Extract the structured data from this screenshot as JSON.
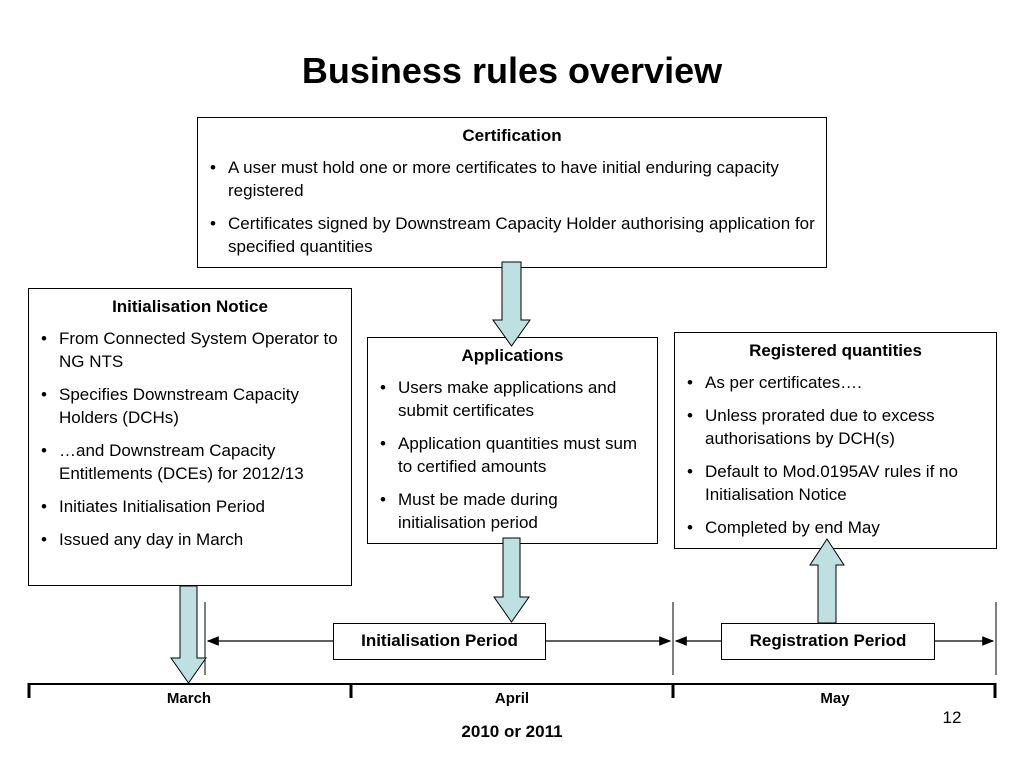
{
  "slide": {
    "title": "Business rules overview",
    "page_number": "12"
  },
  "certification": {
    "heading": "Certification",
    "bullets": [
      "A user must hold one or more certificates to have initial enduring capacity registered",
      "Certificates signed by Downstream Capacity Holder authorising application for specified quantities"
    ]
  },
  "initialisation_notice": {
    "heading": "Initialisation Notice",
    "bullets": [
      "From Connected System Operator to NG NTS",
      "Specifies Downstream Capacity Holders (DCHs)",
      "…and Downstream Capacity Entitlements (DCEs) for 2012/13",
      "Initiates Initialisation Period",
      "Issued any day in March"
    ]
  },
  "applications": {
    "heading": "Applications",
    "bullets": [
      "Users make applications and submit certificates",
      "Application quantities must sum to certified amounts",
      "Must be made during initialisation period"
    ]
  },
  "registered_quantities": {
    "heading": "Registered quantities",
    "bullets": [
      "As per certificates….",
      "Unless prorated due to excess authorisations by DCH(s)",
      "Default to Mod.0195AV rules if no Initialisation Notice",
      "Completed by end May"
    ]
  },
  "timeline": {
    "periods": {
      "initialisation": "Initialisation Period",
      "registration": "Registration Period"
    },
    "months": [
      "March",
      "April",
      "May"
    ],
    "year": "2010 or 2011"
  },
  "colors": {
    "arrow_fill": "#bfe0e0",
    "line": "#000000"
  },
  "icons": {
    "down_arrow": "block-arrow-down",
    "up_arrow": "block-arrow-up",
    "period_span": "double-headed-arrow"
  }
}
